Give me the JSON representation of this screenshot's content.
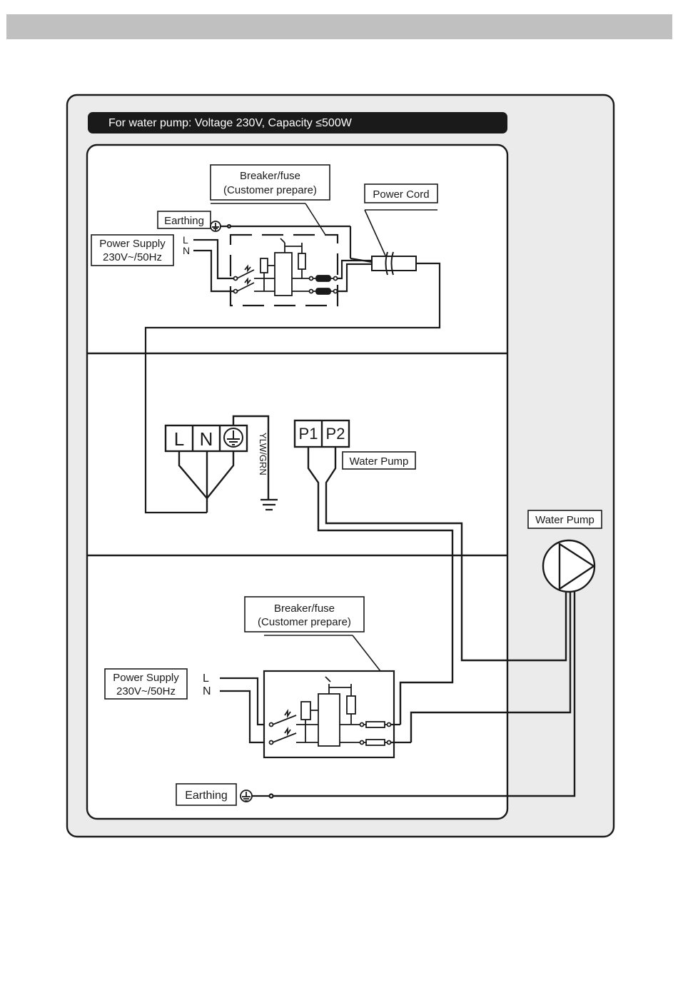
{
  "header_bar_text": "",
  "title": "For water pump: Voltage 230V, Capacity ≤500W",
  "top_panel": {
    "breaker_line1": "Breaker/fuse",
    "breaker_line2": "(Customer prepare)",
    "power_cord": "Power Cord",
    "earthing": "Earthing",
    "supply_line1": "Power Supply",
    "supply_line2": "230V~/50Hz",
    "l": "L",
    "n": "N"
  },
  "middle_panel": {
    "terminal_l": "L",
    "terminal_n": "N",
    "wire_color": "YLW/GRN",
    "p1": "P1",
    "p2": "P2",
    "water_pump": "Water Pump"
  },
  "pump_label": "Water Pump",
  "bottom_panel": {
    "breaker_line1": "Breaker/fuse",
    "breaker_line2": "(Customer prepare)",
    "supply_line1": "Power Supply",
    "supply_line2": "230V~/50Hz",
    "l": "L",
    "n": "N",
    "earthing": "Earthing"
  },
  "colors": {
    "header_bar": "#c0c0c0",
    "outer_panel": "#ebebeb",
    "title_bar": "#1a1a1a",
    "title_text": "#ffffff",
    "line": "#1a1a1a"
  },
  "icons": [
    "ground-symbol-icon",
    "earth-terminal-icon",
    "pump-icon",
    "breaker-switch-icon",
    "fuse-icon",
    "power-cord-plug-icon"
  ]
}
